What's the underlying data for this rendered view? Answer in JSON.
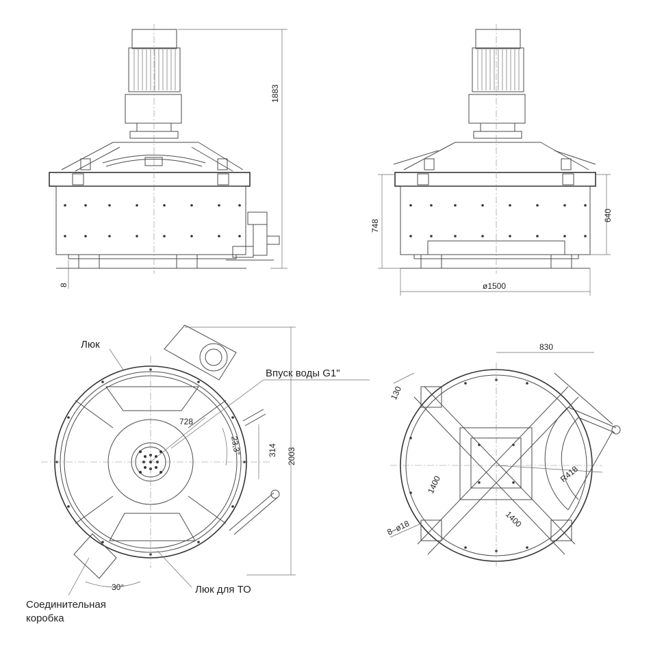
{
  "labels": {
    "hatch": "Люк",
    "water_inlet": "Впуск воды G1\"",
    "service_hatch": "Люк для ТО",
    "junction_box_line1": "Соединительная",
    "junction_box_line2": "коробка"
  },
  "dimensions": {
    "height_total": "1883",
    "base_gap": "8",
    "body_height": "748",
    "inner_height": "640",
    "diameter": "ø1500",
    "radius_728": "728",
    "angle_23": "23,3°",
    "offset_314": "314",
    "width_2003": "2003",
    "angle_30": "30°",
    "width_830": "830",
    "size_130": "130",
    "frame_1400_a": "1400",
    "frame_1400_b": "1400",
    "holes": "8–ø18",
    "arc_radius": "R418"
  }
}
